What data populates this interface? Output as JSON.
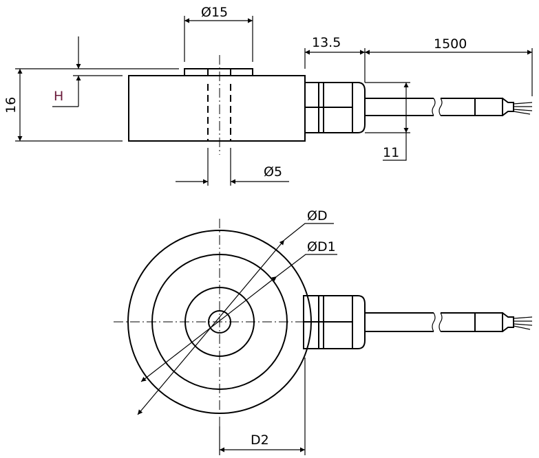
{
  "drawing": {
    "top_view": {
      "dim_button_diameter": "Ø15",
      "dim_connector_length": "13.5",
      "dim_cable_length": "1500",
      "dim_height": "16",
      "dim_h": "H",
      "dim_cable_diameter": "11",
      "dim_hole_diameter": "Ø5"
    },
    "front_view": {
      "dim_outer_diameter": "ØD",
      "dim_inner_diameter": "ØD1",
      "dim_d2": "D2"
    }
  }
}
